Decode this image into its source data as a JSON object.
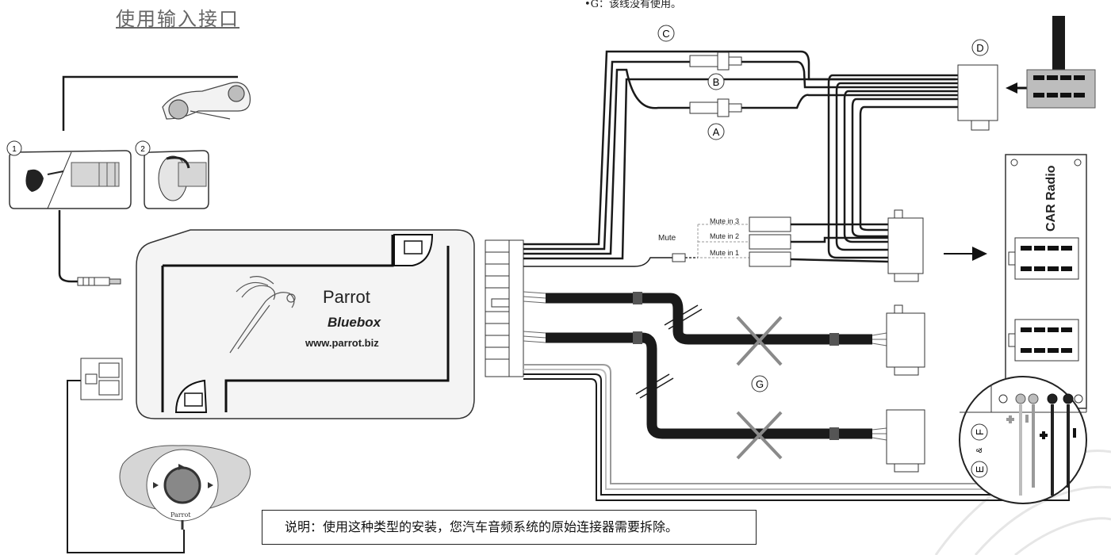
{
  "heading": "使用输入接口",
  "top_note": "•G：该线没有使用。",
  "callouts": {
    "A": "A",
    "B": "B",
    "C": "C",
    "D": "D",
    "E": "E",
    "F": "F",
    "G": "G",
    "amp": "&"
  },
  "steps": {
    "one": "1",
    "two": "2"
  },
  "mute": {
    "label": "Mute",
    "in1": "Mute in 1",
    "in2": "Mute in 2",
    "in3": "Mute in 3"
  },
  "bluebox": {
    "brand": "Parrot",
    "model": "Bluebox",
    "url": "www.parrot.biz"
  },
  "remote_brand": "Parrot",
  "car_radio": "CAR Radio",
  "bottom_note": "说明：使用这种类型的安装，您汽车音频系统的原始连接器需要拆除。",
  "colors": {
    "wire": "#1a1a1a",
    "gray_wire": "#9a9a9a",
    "light_wire": "#bdbdbd",
    "panel": "#f4f4f4",
    "label_gray": "#555555"
  }
}
